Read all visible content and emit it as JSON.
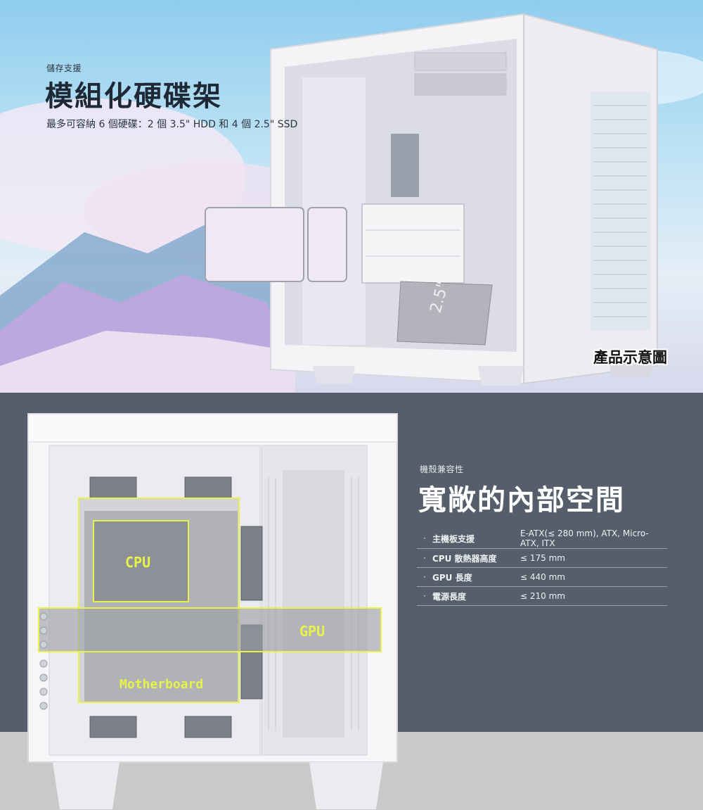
{
  "top": {
    "eyebrow": "儲存支援",
    "title": "模組化硬碟架",
    "subtitle": "最多可容納 6 個硬碟：2 個 3.5\" HDD 和 4 個 2.5\" SSD",
    "badge": "產品示意圖",
    "drive_label": "2.5\""
  },
  "bottom": {
    "eyebrow": "機殼兼容性",
    "title": "寬敞的內部空間",
    "specs": [
      {
        "key": "主機板支援",
        "value": "E-ATX(≤ 280 mm), ATX, Micro-ATX, ITX"
      },
      {
        "key": "CPU 散熱器高度",
        "value": "≤ 175 mm"
      },
      {
        "key": "GPU 長度",
        "value": "≤ 440 mm"
      },
      {
        "key": "電源長度",
        "value": "≤ 210 mm"
      }
    ],
    "bullet": "·",
    "diagram_labels": {
      "cpu": "CPU",
      "gpu": "GPU",
      "motherboard": "Motherboard"
    }
  },
  "colors": {
    "highlight": "#e7f34a",
    "panel_bg": "#555e6a",
    "case_white": "#f2f2f4"
  }
}
